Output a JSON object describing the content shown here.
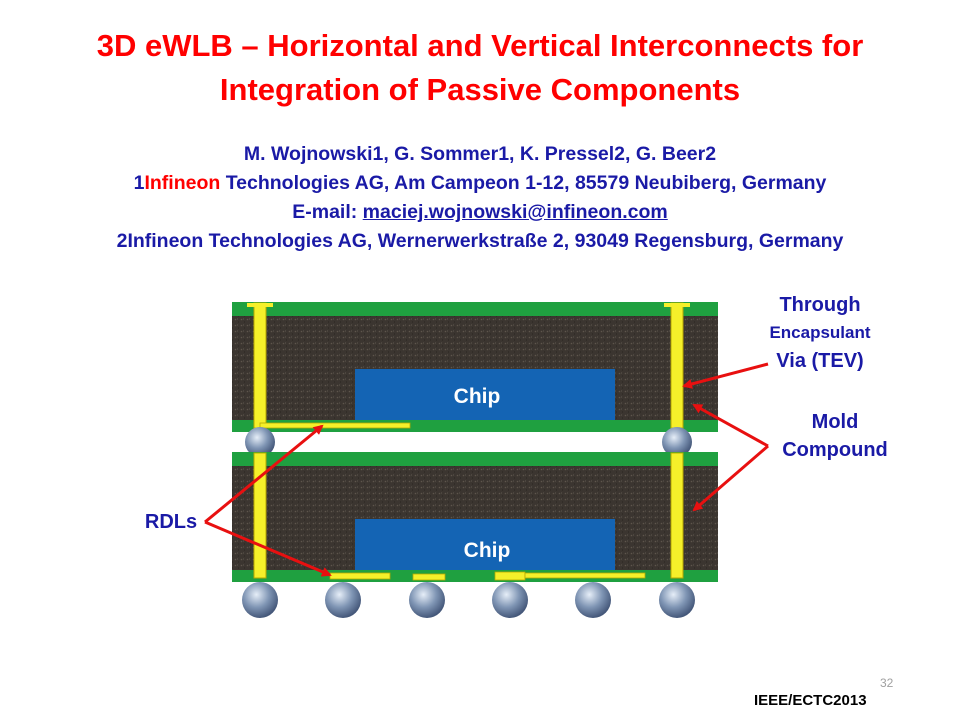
{
  "title": {
    "line1": "3D eWLB – Horizontal and Vertical Interconnects for",
    "line2": "Integration of Passive Components"
  },
  "authors": {
    "names": "M. Wojnowski1, G. Sommer1, K. Pressel2, G. Beer2",
    "aff1_num": "1",
    "aff1_company": "Infineon",
    "aff1_rest": " Technologies AG, Am Campeon 1-12, 85579 Neubiberg, Germany",
    "email_label": "E-mail: ",
    "email": "maciej.wojnowski@infineon.com",
    "aff2": "2Infineon Technologies AG, Wernerwerkstraße 2, 93049 Regensburg, Germany"
  },
  "diagram": {
    "chip_top": "Chip",
    "chip_bottom": "Chip",
    "tev_line1": "Through",
    "tev_line2": "Encapsulant",
    "tev_line3": "Via (TEV)",
    "mold_line1": "Mold",
    "mold_line2": "Compound",
    "rdls": "RDLs"
  },
  "colors": {
    "title": "#ff0000",
    "text": "#1a1aa6",
    "substrate": "#1fa040",
    "mold": "#3b3530",
    "chip": "#1464b4",
    "via": "#f5f02a",
    "arrow": "#e81010"
  },
  "page_number": "32",
  "footer": "IEEE/ECTC2013"
}
